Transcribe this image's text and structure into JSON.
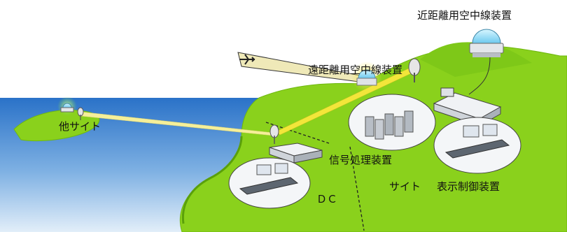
{
  "labels": {
    "near_antenna": "近距離用空中線装置",
    "far_antenna": "遠距離用空中線装置",
    "other_site": "他サイト",
    "signal_processor": "信号処理装置",
    "site": "サイト",
    "display_controller": "表示制御装置",
    "dc": "ＤＣ"
  },
  "colors": {
    "sea_top": "#2a72c8",
    "sea_bottom": "#dbe9f7",
    "grass": "#8ad11c",
    "grass_shade": "#6fb80f",
    "beam": "#f2e63a",
    "dome": "#9fe3ff",
    "dome_glow_yellow": "#f7e94a",
    "dome_glow_green": "#8be05a",
    "equipment": "#e8ebef"
  },
  "icons": {
    "radar_dome": "radar-dome-icon",
    "dish": "dish-antenna-icon",
    "aircraft": "aircraft-icon",
    "server_rack": "server-rack-icon",
    "console": "operator-console-icon",
    "building": "building-icon"
  }
}
